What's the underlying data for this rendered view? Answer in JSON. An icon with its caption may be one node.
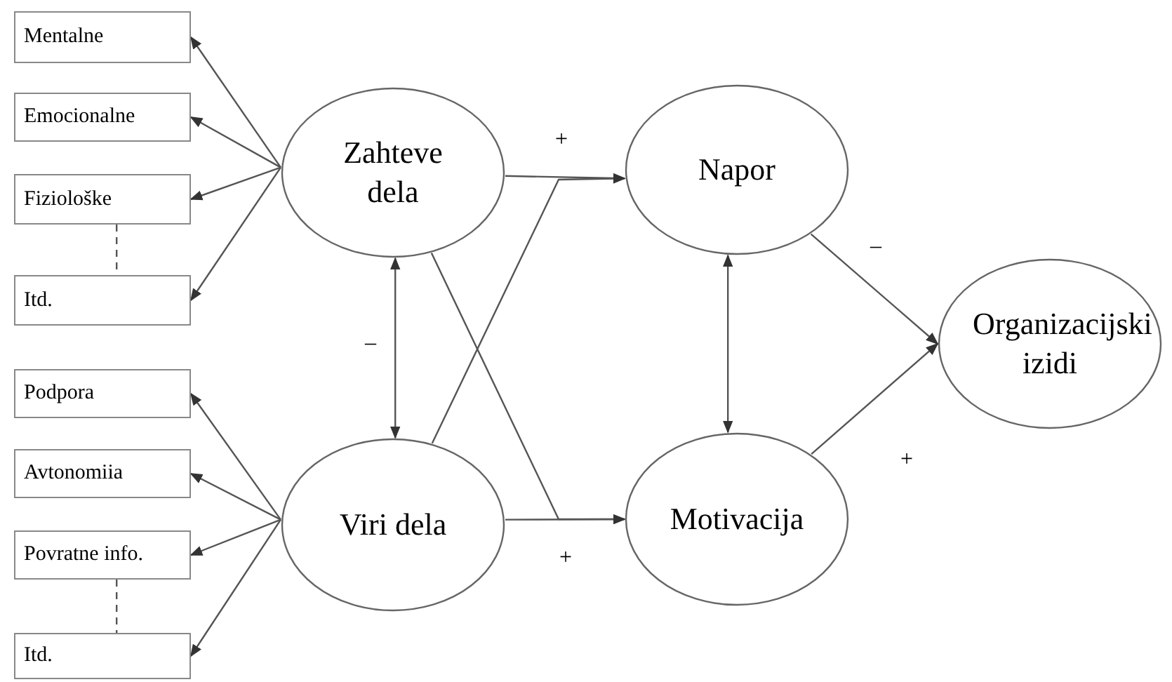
{
  "diagram": {
    "nodes": [
      {
        "text": [
          "Mentalne"
        ]
      },
      {
        "text": [
          "Emocionalne"
        ]
      },
      {
        "text": [
          "Fiziološke"
        ]
      },
      {
        "text": [
          "Itd."
        ]
      },
      {
        "text": [
          "Podpora"
        ]
      },
      {
        "text": [
          "Avtonomiia"
        ]
      },
      {
        "text": [
          "Povratne info."
        ]
      },
      {
        "text": [
          "Itd."
        ]
      },
      {
        "text": [
          "Zahteve dela"
        ]
      },
      {
        "text": [
          "Viri dela"
        ]
      },
      {
        "text": [
          "Napor"
        ]
      },
      {
        "text": [
          "Motivacija"
        ]
      },
      {
        "text": [
          "Organizacijski izidi"
        ]
      }
    ],
    "edges": [
      {
        "from": 8,
        "to": 0,
        "arrow": "to"
      },
      {
        "from": 8,
        "to": 1,
        "arrow": "to"
      },
      {
        "from": 8,
        "to": 2,
        "arrow": "to"
      },
      {
        "from": 8,
        "to": 3,
        "arrow": "to"
      },
      {
        "from": 9,
        "to": 4,
        "arrow": "to"
      },
      {
        "from": 9,
        "to": 5,
        "arrow": "to"
      },
      {
        "from": 9,
        "to": 6,
        "arrow": "to"
      },
      {
        "from": 9,
        "to": 7,
        "arrow": "to"
      },
      {
        "from": 2,
        "to": 3,
        "arrow": "none",
        "style": "dashed"
      },
      {
        "from": 6,
        "to": 7,
        "arrow": "none",
        "style": "dashed"
      },
      {
        "from": 8,
        "to": 9,
        "arrow": "both",
        "label": "–"
      },
      {
        "from": 8,
        "to": 10,
        "arrow": "to",
        "label": "+"
      },
      {
        "from": 9,
        "to": 10,
        "arrow": "to"
      },
      {
        "from": 8,
        "to": 11,
        "arrow": "to"
      },
      {
        "from": 9,
        "to": 11,
        "arrow": "to",
        "label": "+"
      },
      {
        "from": 10,
        "to": 11,
        "arrow": "both"
      },
      {
        "from": 10,
        "to": 12,
        "arrow": "to",
        "label": "–"
      },
      {
        "from": 11,
        "to": 12,
        "arrow": "to",
        "label": "+"
      }
    ]
  }
}
